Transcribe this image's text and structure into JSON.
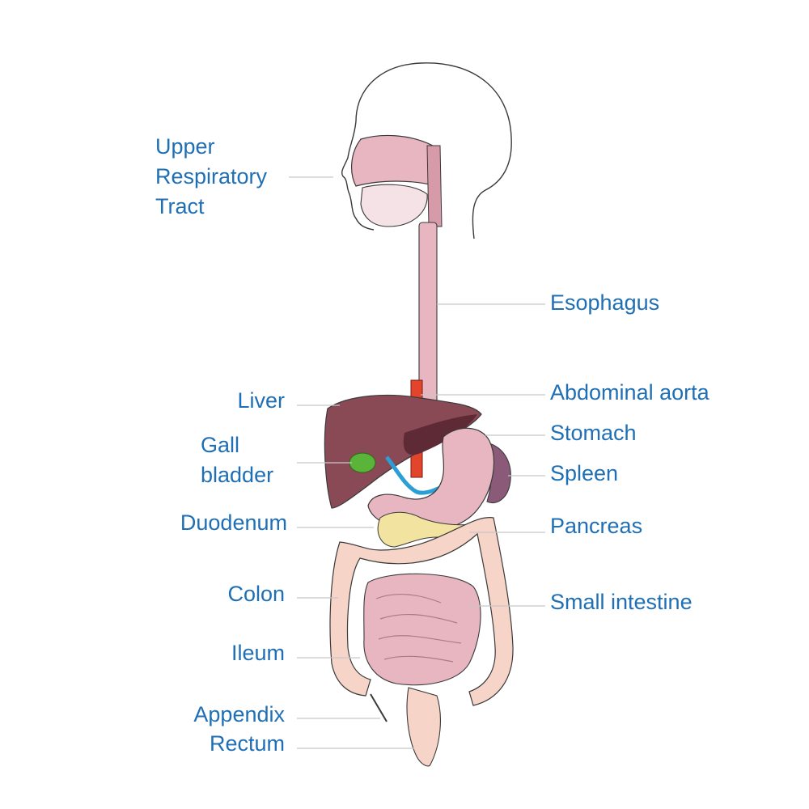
{
  "colors": {
    "label": "#1f6fb5",
    "leader": "#c8c8c8",
    "outline": "#3a3a3a",
    "mucosa": "#e7b6c0",
    "mucosa_dark": "#d79aa8",
    "liver": "#8a4a55",
    "liver_dark": "#5e2a35",
    "gallbladder": "#5bb43a",
    "aorta": "#e2452b",
    "vein": "#2a9fd6",
    "pancreas": "#f2e3a0",
    "colon": "#f6d4c8",
    "spleen": "#8a5a78"
  },
  "labels": {
    "upper_respiratory": [
      "Upper",
      "Respiratory",
      "Tract"
    ],
    "esophagus": "Esophagus",
    "liver": "Liver",
    "abdominal_aorta": "Abdominal aorta",
    "stomach": "Stomach",
    "gall_bladder": [
      "Gall",
      "bladder"
    ],
    "spleen": "Spleen",
    "duodenum": "Duodenum",
    "pancreas": "Pancreas",
    "colon": "Colon",
    "small_intestine": "Small intestine",
    "ileum": "Ileum",
    "appendix": "Appendix",
    "rectum": "Rectum"
  }
}
